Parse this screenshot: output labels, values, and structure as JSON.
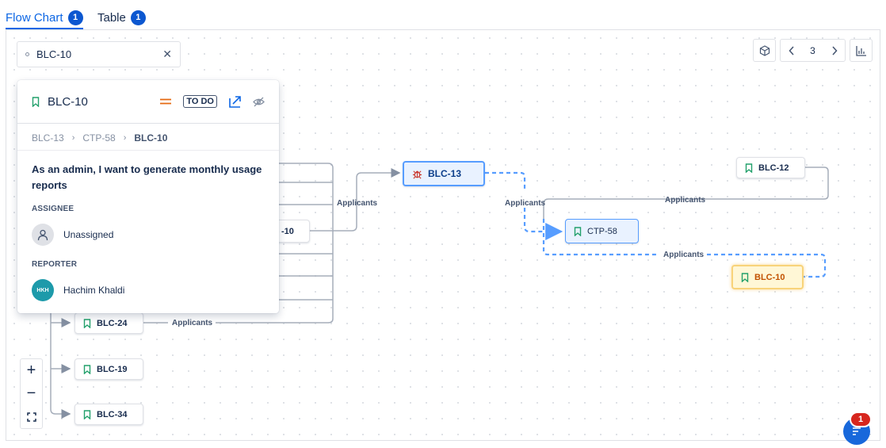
{
  "tabs": [
    {
      "label": "Flow Chart",
      "count": "1"
    },
    {
      "label": "Table",
      "count": "1"
    }
  ],
  "search": {
    "value": "BLC-10"
  },
  "toolbar": {
    "page": "3"
  },
  "nodes": {
    "blc13": "BLC-13",
    "blc12": "BLC-12",
    "ctp58": "CTP-58",
    "blc10": "BLC-10",
    "blc24": "BLC-24",
    "blc19": "BLC-19",
    "blc34": "BLC-34",
    "hidden_partial": "-10"
  },
  "edge_labels": {
    "l1": "Applicants",
    "l2": "Applicants",
    "l3": "Applicants",
    "l4": "Applicants",
    "l5": "Applicants"
  },
  "card": {
    "key": "BLC-10",
    "status": "TO DO",
    "breadcrumb": [
      "BLC-13",
      "CTP-58",
      "BLC-10"
    ],
    "summary": "As an admin, I want to generate monthly usage reports",
    "assignee_label": "ASSIGNEE",
    "assignee": "Unassigned",
    "reporter_label": "REPORTER",
    "reporter": "Hachim Khaldi",
    "reporter_initials": "HKH"
  },
  "notifications": {
    "count": "1"
  },
  "colors": {
    "accent": "#0c66e4",
    "story": "#22a06b",
    "bug": "#c9372c",
    "priority": "#e56910",
    "badge": "#d7261e"
  }
}
